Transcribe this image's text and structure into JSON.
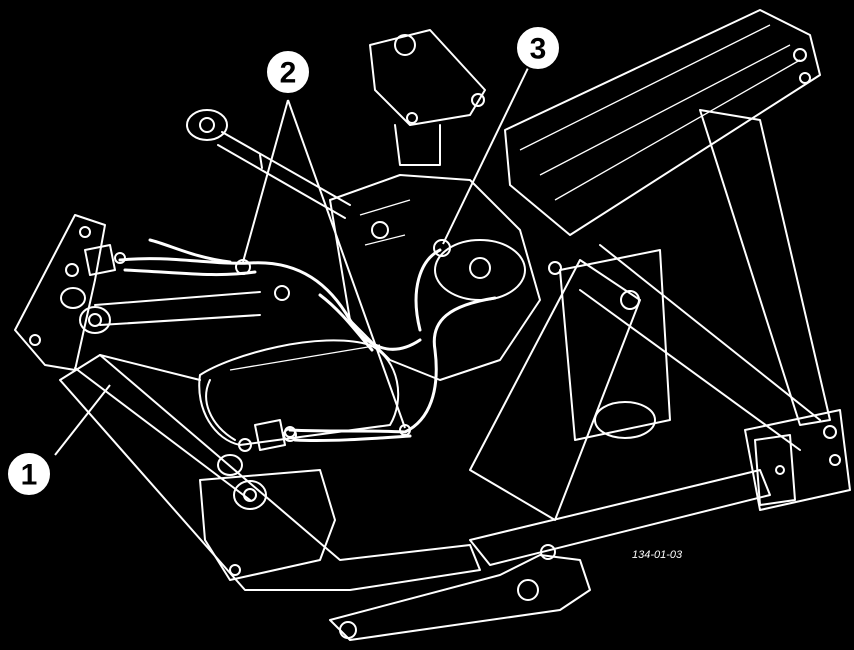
{
  "figure": {
    "code": "134-01-03",
    "background": "#000000",
    "line_color": "#ffffff"
  },
  "callouts": [
    {
      "id": "1",
      "label": "1"
    },
    {
      "id": "2",
      "label": "2"
    },
    {
      "id": "3",
      "label": "3"
    }
  ]
}
